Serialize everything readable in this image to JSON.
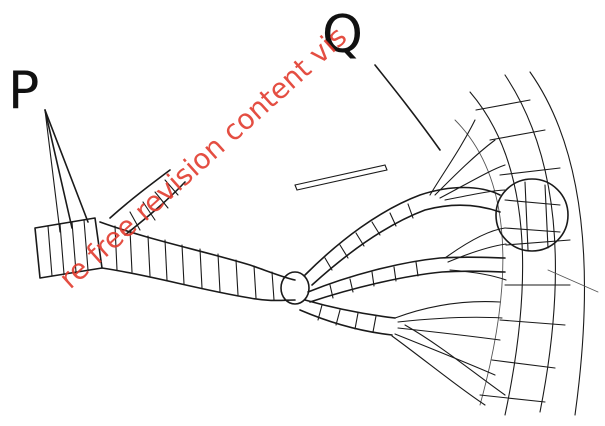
{
  "labels": {
    "left": "P",
    "right": "Q"
  },
  "watermark": "re free revision content vis",
  "colors": {
    "ink": "#1a1a1a",
    "watermark": "#e23b2e",
    "background": "#ffffff"
  }
}
